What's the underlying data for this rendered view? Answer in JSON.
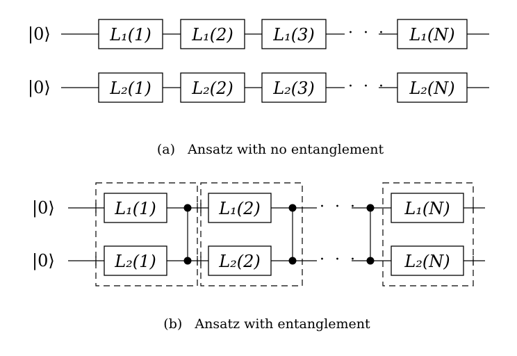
{
  "panel_a": {
    "caption": "(a)   Ansatz with no entanglement",
    "qubits": [
      {
        "ket": "|0⟩",
        "gates": [
          "L₁(1)",
          "L₁(2)",
          "L₁(3)",
          "L₁(N)"
        ]
      },
      {
        "ket": "|0⟩",
        "gates": [
          "L₂(1)",
          "L₂(2)",
          "L₂(3)",
          "L₂(N)"
        ]
      }
    ],
    "ellipsis": "· · ·"
  },
  "panel_b": {
    "caption": "(b)   Ansatz with entanglement",
    "qubits": [
      {
        "ket": "|0⟩",
        "gates": [
          "L₁(1)",
          "L₁(2)",
          "L₁(N)"
        ]
      },
      {
        "ket": "|0⟩",
        "gates": [
          "L₂(1)",
          "L₂(2)",
          "L₂(N)"
        ]
      }
    ],
    "ellipsis": "· · ·"
  }
}
